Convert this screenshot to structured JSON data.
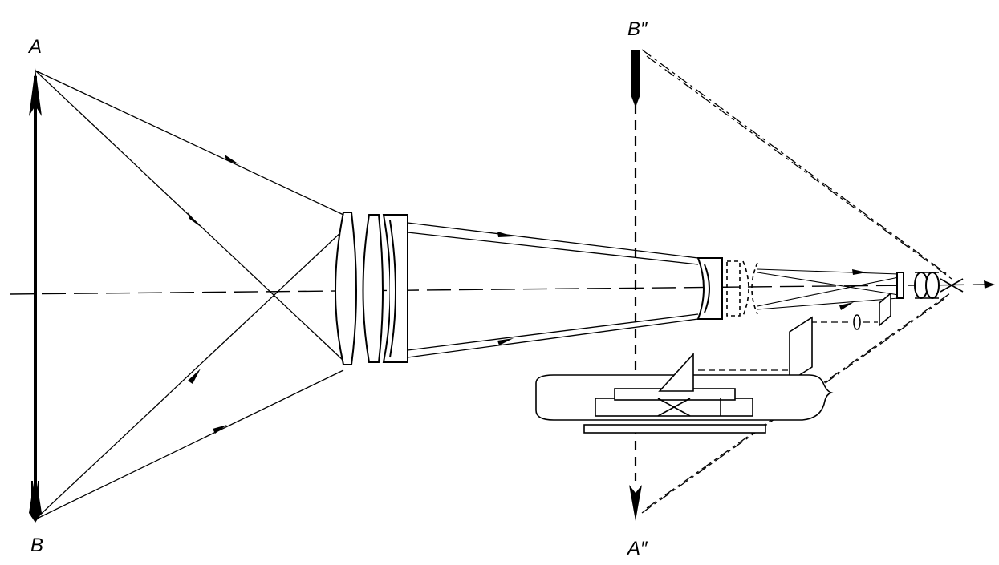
{
  "labels": {
    "object_top": "A",
    "object_bottom": "B",
    "image_top": "B″",
    "image_bottom": "A″"
  }
}
